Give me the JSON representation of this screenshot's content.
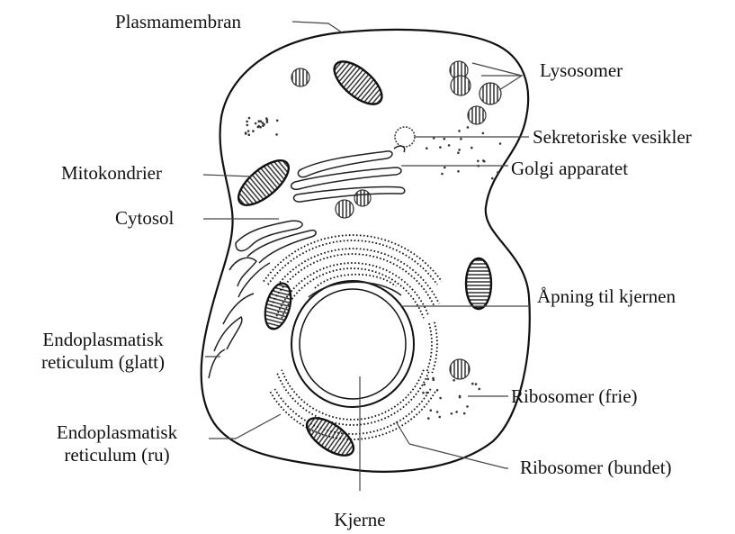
{
  "labels": {
    "plasmamembran": "Plasmamembran",
    "lysosomer": "Lysosomer",
    "sekretoriske_vesikler": "Sekretoriske vesikler",
    "mitokondrier": "Mitokondrier",
    "golgi": "Golgi apparatet",
    "cytosol": "Cytosol",
    "apning": "Åpning til kjernen",
    "er_glatt_1": "Endoplasmatisk",
    "er_glatt_2": "reticulum (glatt)",
    "ribosomer_frie": "Ribosomer (frie)",
    "er_ru_1": "Endoplasmatisk",
    "er_ru_2": "reticulum (ru)",
    "ribosomer_bundet": "Ribosomer (bundet)",
    "kjerne": "Kjerne"
  }
}
